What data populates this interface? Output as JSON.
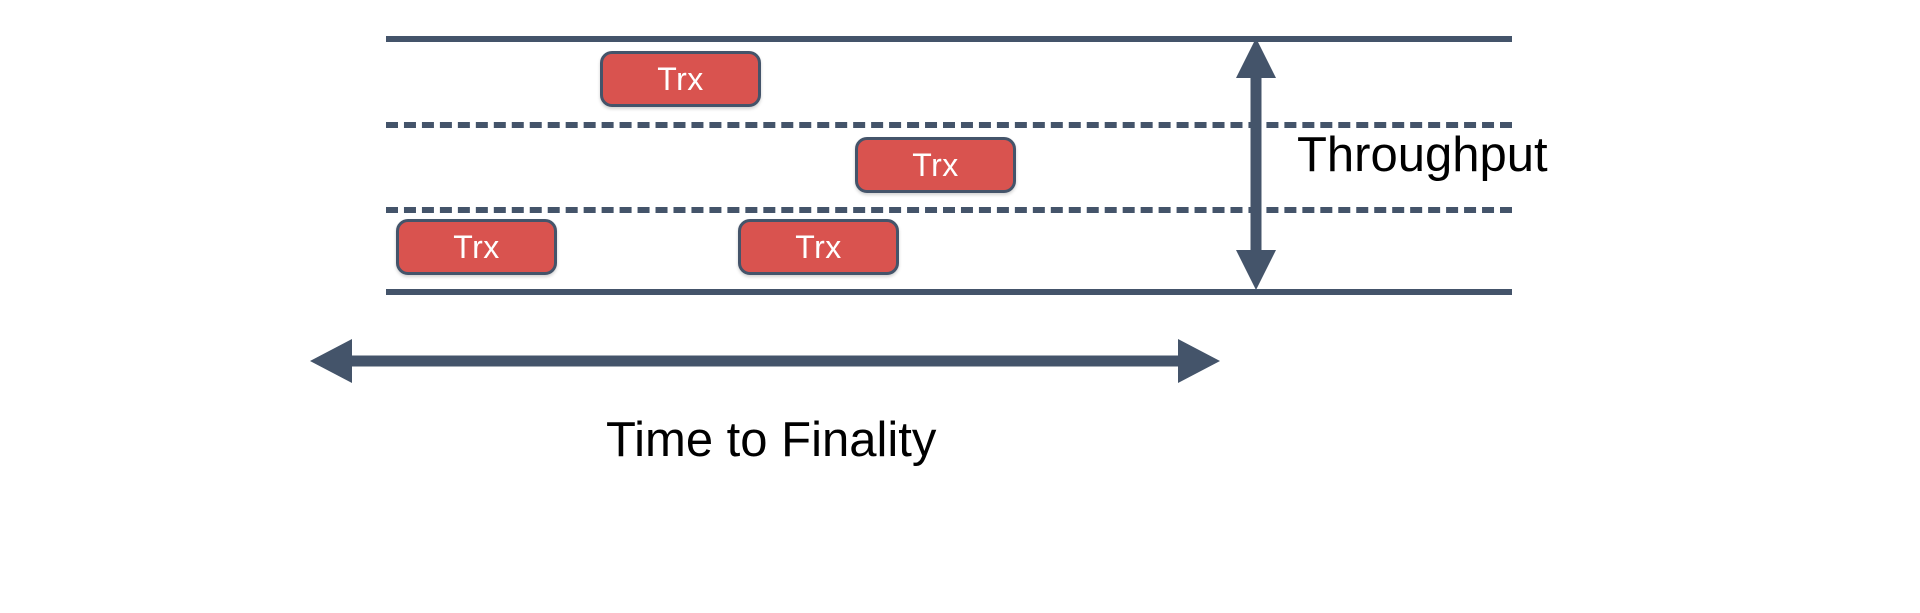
{
  "diagram": {
    "title": "Blockchain throughput versus time to finality lane diagram",
    "background_color": "#FFFFFF",
    "stroke_color": "#44546A",
    "box_fill_color": "#D9534F",
    "box_text_color": "#FFFFFF",
    "label_text_color": "#000000"
  },
  "lanes": [
    {
      "name": "top-boundary",
      "style": "solid"
    },
    {
      "name": "divider-1",
      "style": "dashed"
    },
    {
      "name": "divider-2",
      "style": "dashed"
    },
    {
      "name": "bottom-boundary",
      "style": "solid"
    }
  ],
  "transactions": [
    {
      "label": "Trx",
      "lane": 1
    },
    {
      "label": "Trx",
      "lane": 2
    },
    {
      "label": "Trx",
      "lane": 3
    },
    {
      "label": "Trx",
      "lane": 3
    }
  ],
  "axes": {
    "vertical": {
      "label": "Throughput",
      "arrow": "double-headed-vertical"
    },
    "horizontal": {
      "label": "Time to Finality",
      "arrow": "double-headed-horizontal"
    }
  }
}
